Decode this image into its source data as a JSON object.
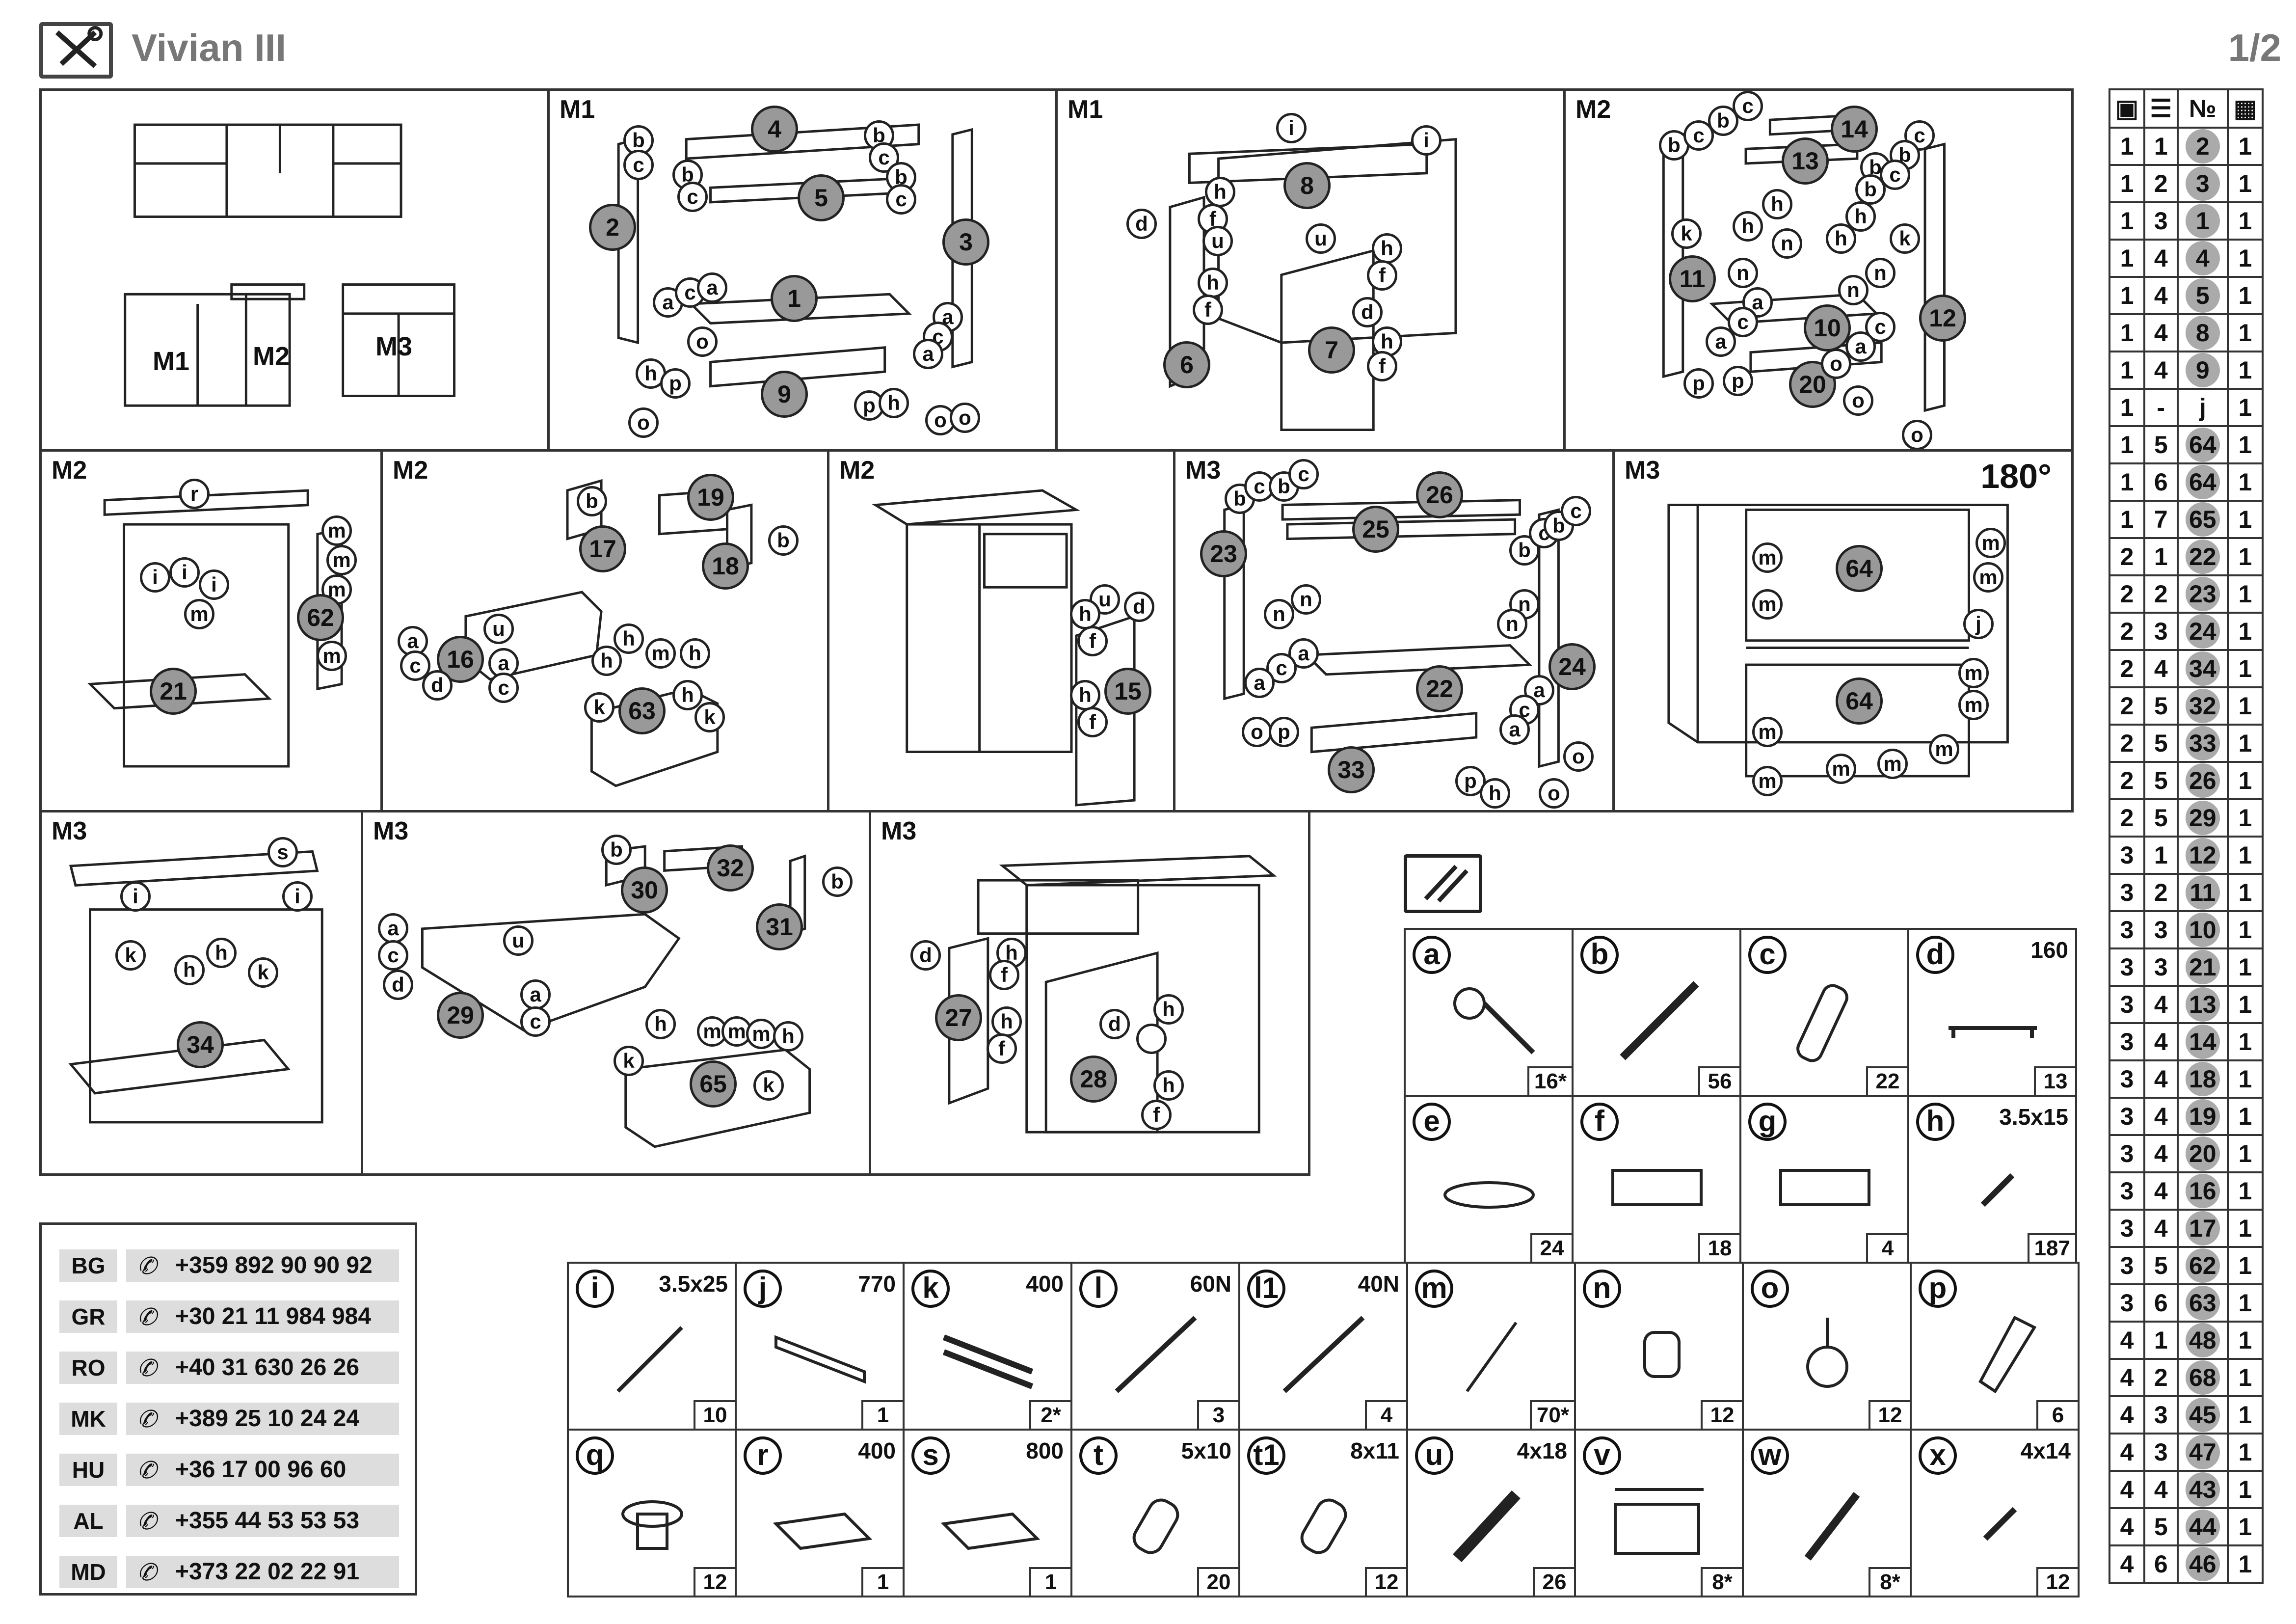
{
  "header": {
    "title": "Vivian III",
    "page": "1/2",
    "tools_icon": "wrench-screwdriver-icon"
  },
  "overview": {
    "labels": [
      "M1",
      "M2",
      "M3"
    ]
  },
  "panels": [
    {
      "title": "M1",
      "parts": [
        "4",
        "5",
        "2",
        "3",
        "1",
        "9"
      ],
      "hw": [
        "b",
        "b",
        "c",
        "c",
        "b",
        "c",
        "b",
        "c",
        "a",
        "c",
        "a",
        "o",
        "a",
        "c",
        "a",
        "h",
        "p",
        "p",
        "h",
        "o",
        "o",
        "o"
      ]
    },
    {
      "title": "M1",
      "parts": [
        "8",
        "6",
        "7"
      ],
      "hw": [
        "i",
        "i",
        "h",
        "f",
        "d",
        "u",
        "u",
        "h",
        "f",
        "h",
        "f",
        "d",
        "h",
        "f"
      ]
    },
    {
      "title": "M2",
      "parts": [
        "14",
        "13",
        "11",
        "10",
        "12",
        "20"
      ],
      "hw": [
        "b",
        "c",
        "b",
        "c",
        "c",
        "b",
        "b",
        "c",
        "b",
        "h",
        "h",
        "k",
        "h",
        "n",
        "h",
        "k",
        "n",
        "n",
        "n",
        "a",
        "c",
        "a",
        "c",
        "a",
        "o",
        "p",
        "p",
        "o",
        "o"
      ]
    },
    {
      "title": "M2",
      "parts": [
        "21",
        "62"
      ],
      "hw": [
        "r",
        "i",
        "i",
        "i",
        "m",
        "m",
        "m",
        "m",
        "m"
      ]
    },
    {
      "title": "M2",
      "parts": [
        "19",
        "17",
        "18",
        "16",
        "63"
      ],
      "hw": [
        "b",
        "b",
        "a",
        "u",
        "c",
        "a",
        "d",
        "c",
        "h",
        "h",
        "m",
        "h",
        "k",
        "h",
        "k"
      ]
    },
    {
      "title": "M2",
      "parts": [
        "15"
      ],
      "hw": [
        "u",
        "h",
        "d",
        "f",
        "h",
        "f"
      ]
    },
    {
      "title": "M3",
      "parts": [
        "26",
        "25",
        "23",
        "22",
        "24",
        "33"
      ],
      "hw": [
        "b",
        "c",
        "b",
        "c",
        "b",
        "c",
        "b",
        "c",
        "n",
        "n",
        "n",
        "n",
        "a",
        "c",
        "a",
        "a",
        "c",
        "a",
        "o",
        "p",
        "p",
        "h",
        "o",
        "o"
      ]
    },
    {
      "title": "M3",
      "rotate": "180°",
      "parts": [
        "64",
        "64"
      ],
      "hw": [
        "m",
        "m",
        "m",
        "m",
        "j",
        "m",
        "m",
        "m",
        "m",
        "m",
        "m",
        "m"
      ]
    },
    {
      "title": "M3",
      "parts": [
        "34"
      ],
      "hw": [
        "s",
        "i",
        "i",
        "k",
        "h",
        "h",
        "k"
      ]
    },
    {
      "title": "M3",
      "parts": [
        "30",
        "32",
        "31",
        "29",
        "65"
      ],
      "hw": [
        "b",
        "b",
        "a",
        "u",
        "c",
        "d",
        "a",
        "c",
        "h",
        "m",
        "m",
        "m",
        "h",
        "k",
        "k"
      ]
    },
    {
      "title": "M3",
      "parts": [
        "27",
        "28"
      ],
      "hw": [
        "d",
        "h",
        "f",
        "h",
        "f",
        "d",
        "h",
        "h",
        "f"
      ]
    }
  ],
  "hardware_icon": "hardware-pack-icon",
  "hardware": [
    {
      "l": "a",
      "size": "",
      "qty": "16*",
      "icon": "cam-bolt"
    },
    {
      "l": "b",
      "size": "",
      "qty": "56",
      "icon": "screw-confirmat"
    },
    {
      "l": "c",
      "size": "",
      "qty": "22",
      "icon": "dowel"
    },
    {
      "l": "d",
      "size": "160",
      "qty": "13",
      "icon": "handle"
    },
    {
      "l": "e",
      "size": "",
      "qty": "24",
      "icon": "foot-pad"
    },
    {
      "l": "f",
      "size": "",
      "qty": "18",
      "icon": "hinge"
    },
    {
      "l": "g",
      "size": "",
      "qty": "4",
      "icon": "hinge"
    },
    {
      "l": "h",
      "size": "3.5x15",
      "qty": "187",
      "icon": "screw-short"
    },
    {
      "l": "i",
      "size": "3.5x25",
      "qty": "10",
      "icon": "screw-long"
    },
    {
      "l": "j",
      "size": "770",
      "qty": "1",
      "icon": "profile"
    },
    {
      "l": "k",
      "size": "400",
      "qty": "2*",
      "icon": "drawer-rail"
    },
    {
      "l": "l",
      "size": "60N",
      "qty": "3",
      "icon": "gas-strut"
    },
    {
      "l": "l1",
      "size": "40N",
      "qty": "4",
      "icon": "gas-strut"
    },
    {
      "l": "m",
      "size": "",
      "qty": "70*",
      "icon": "nail"
    },
    {
      "l": "n",
      "size": "",
      "qty": "12",
      "icon": "plug"
    },
    {
      "l": "o",
      "size": "",
      "qty": "12",
      "icon": "glide"
    },
    {
      "l": "p",
      "size": "",
      "qty": "6",
      "icon": "bracket"
    },
    {
      "l": "q",
      "size": "",
      "qty": "12",
      "icon": "leg"
    },
    {
      "l": "r",
      "size": "400",
      "qty": "1",
      "icon": "panel"
    },
    {
      "l": "s",
      "size": "800",
      "qty": "1",
      "icon": "panel"
    },
    {
      "l": "t",
      "size": "5x10",
      "qty": "20",
      "icon": "anchor"
    },
    {
      "l": "t1",
      "size": "8x11",
      "qty": "12",
      "icon": "anchor"
    },
    {
      "l": "u",
      "size": "4x18",
      "qty": "26",
      "icon": "screw-large"
    },
    {
      "l": "v",
      "size": "",
      "qty": "8*",
      "icon": "wall-hanger"
    },
    {
      "l": "w",
      "size": "",
      "qty": "8*",
      "icon": "bolt"
    },
    {
      "l": "x",
      "size": "4x14",
      "qty": "12",
      "icon": "screw-short"
    }
  ],
  "table": {
    "header_icons": [
      "box-icon",
      "stack-icon",
      "number-sign",
      "quantity-icon"
    ],
    "header_label": "№",
    "rows": [
      [
        "1",
        "1",
        "2",
        "1"
      ],
      [
        "1",
        "2",
        "3",
        "1"
      ],
      [
        "1",
        "3",
        "1",
        "1"
      ],
      [
        "1",
        "4",
        "4",
        "1"
      ],
      [
        "1",
        "4",
        "5",
        "1"
      ],
      [
        "1",
        "4",
        "8",
        "1"
      ],
      [
        "1",
        "4",
        "9",
        "1"
      ],
      [
        "1",
        "-",
        "j",
        "1"
      ],
      [
        "1",
        "5",
        "64",
        "1"
      ],
      [
        "1",
        "6",
        "64",
        "1"
      ],
      [
        "1",
        "7",
        "65",
        "1"
      ],
      [
        "2",
        "1",
        "22",
        "1"
      ],
      [
        "2",
        "2",
        "23",
        "1"
      ],
      [
        "2",
        "3",
        "24",
        "1"
      ],
      [
        "2",
        "4",
        "34",
        "1"
      ],
      [
        "2",
        "5",
        "32",
        "1"
      ],
      [
        "2",
        "5",
        "33",
        "1"
      ],
      [
        "2",
        "5",
        "26",
        "1"
      ],
      [
        "2",
        "5",
        "29",
        "1"
      ],
      [
        "3",
        "1",
        "12",
        "1"
      ],
      [
        "3",
        "2",
        "11",
        "1"
      ],
      [
        "3",
        "3",
        "10",
        "1"
      ],
      [
        "3",
        "3",
        "21",
        "1"
      ],
      [
        "3",
        "4",
        "13",
        "1"
      ],
      [
        "3",
        "4",
        "14",
        "1"
      ],
      [
        "3",
        "4",
        "18",
        "1"
      ],
      [
        "3",
        "4",
        "19",
        "1"
      ],
      [
        "3",
        "4",
        "20",
        "1"
      ],
      [
        "3",
        "4",
        "16",
        "1"
      ],
      [
        "3",
        "4",
        "17",
        "1"
      ],
      [
        "3",
        "5",
        "62",
        "1"
      ],
      [
        "3",
        "6",
        "63",
        "1"
      ],
      [
        "4",
        "1",
        "48",
        "1"
      ],
      [
        "4",
        "2",
        "68",
        "1"
      ],
      [
        "4",
        "3",
        "45",
        "1"
      ],
      [
        "4",
        "3",
        "47",
        "1"
      ],
      [
        "4",
        "4",
        "43",
        "1"
      ],
      [
        "4",
        "5",
        "44",
        "1"
      ],
      [
        "4",
        "6",
        "46",
        "1"
      ]
    ]
  },
  "phones": [
    {
      "code": "BG",
      "num": "+359 892 90 90 92"
    },
    {
      "code": "GR",
      "num": "+30 21 11 984 984"
    },
    {
      "code": "RO",
      "num": "+40 31 630 26 26"
    },
    {
      "code": "MK",
      "num": "+389 25 10 24 24"
    },
    {
      "code": "HU",
      "num": "+36 17 00 96 60"
    },
    {
      "code": "AL",
      "num": "+355 44 53 53 53"
    },
    {
      "code": "MD",
      "num": "+373 22 02 22 91"
    }
  ],
  "phone_icon": "phone-icon",
  "colors": {
    "part_fill": "#999999",
    "header_grey": "#777777",
    "line": "#222222"
  }
}
